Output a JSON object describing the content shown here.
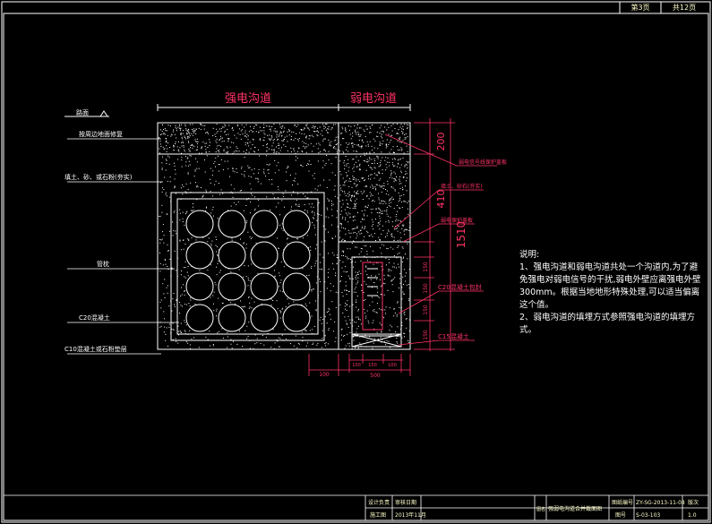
{
  "sheet": {
    "page_no": "第3页",
    "page_total": "共12页"
  },
  "title_top": {
    "strong": "强电沟道",
    "weak": "弱电沟道"
  },
  "labels": {
    "ground": "路面",
    "finish": "按周边地面修复",
    "backfill": "填土、砂、或石粉(夯实)",
    "conduit": "管枕",
    "c20": "C20混凝土",
    "c10": "C10混凝土或石粉垫层",
    "r_top": "弱电信号线保护盖板",
    "r_mid": "填土、砂石(夯实)",
    "r_mid2": "弱电保护盖板",
    "r_c20": "C20混凝土包封",
    "r_c15": "C15混凝土"
  },
  "dims": {
    "d200": "200",
    "d410": "410",
    "d1510": "1510",
    "d150a": "150",
    "d150b": "150",
    "d150c": "150",
    "d150d": "150",
    "b100": "100",
    "b150": "150",
    "b100b": "100",
    "b500": "500",
    "left100": "100"
  },
  "notes": {
    "head": "说明:",
    "l1": "1、强电沟道和弱电沟道共处一个沟道内,为了避免强电对弱电信号的干扰,弱电外壁应离强电外壁300mm。根据当地地形特殊处理,可以适当偏离这个值。",
    "l2": "2、弱电沟道的填埋方式参照强电沟道的填埋方式。"
  },
  "title_block": {
    "a1": "设计负责",
    "a2": "审核日期",
    "b1": "施工图",
    "b2": "2013年11月",
    "c1": "图名",
    "c2": "强弱电沟道合并截面图",
    "d1": "图纸编号",
    "d2": "ZY-SG-2013-11-08",
    "e1": "图号",
    "e2": "S-03-103",
    "f1": "版次",
    "f2": "1.0"
  },
  "colors": {
    "line": "#ffffff",
    "dim": "#ff3366",
    "text": "#ffffff"
  }
}
